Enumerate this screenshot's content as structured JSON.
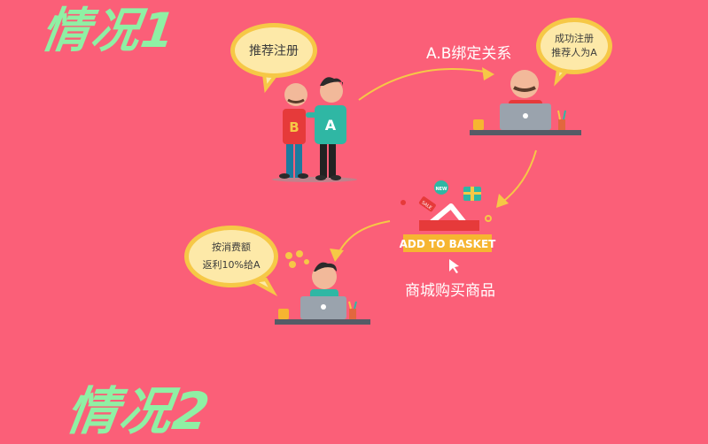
{
  "headings": {
    "case1": "情况1",
    "case2": "情况2"
  },
  "bubbles": {
    "recommend": "推荐注册",
    "success_line1": "成功注册",
    "success_line2": "推荐人为A",
    "rebate_line1": "按消费额",
    "rebate_line2": "返利10%给A"
  },
  "labels": {
    "bind": "A.B绑定关系",
    "shop": "商城购买商品"
  },
  "persons": {
    "a_shirt_letter": "A",
    "b_shirt_letter": "B"
  },
  "basket": {
    "button_text": "ADD TO BASKET",
    "sale_tag": "SALE",
    "new_badge": "NEW"
  },
  "colors": {
    "background": "#fb5f78",
    "heading": "#8ff0a4",
    "bubble_fill": "#fde9a8",
    "bubble_border": "#f6c846",
    "arrow": "#f6c846"
  }
}
